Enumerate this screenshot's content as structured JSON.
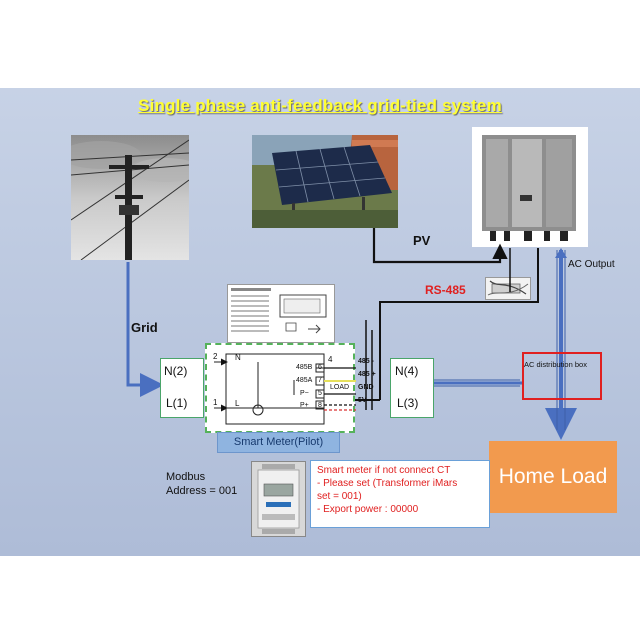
{
  "title": "Single phase anti-feedback grid-tied system",
  "labels": {
    "grid": "Grid",
    "pv": "PV",
    "rs485": "RS-485",
    "ac_output": "AC Output",
    "ac_distribution_box": "AC distribution box",
    "home_load": "Home Load",
    "smart_meter_caption": "Smart Meter(Pilot)",
    "modbus_line1": "Modbus",
    "modbus_line2": "Address = 001"
  },
  "terminals": {
    "left_top": "N(2)",
    "left_bottom": "L(1)",
    "right_top": "N(4)",
    "right_bottom": "L(3)"
  },
  "meter_schematic": {
    "pin_2": "2",
    "pin_N": "N",
    "pin_1": "1",
    "pin_L": "L",
    "pin_4": "4",
    "row_485b": "485B",
    "row_485a": "485A",
    "row_load": "LOAD",
    "row_pminus": "P−",
    "row_pplus": "P+",
    "num_6": "6",
    "num_7": "7",
    "num_5": "5",
    "num_8": "8",
    "sig_485minus": "485 -",
    "sig_485plus": "485 +",
    "sig_gnd": "GND",
    "sig_5v": "5V"
  },
  "note": {
    "line1": "Smart meter if not  connect CT",
    "line2": "- Please set  (Transformer  iMars",
    "line3": "set = 001)",
    "line4": "-   Export power : 00000"
  },
  "colors": {
    "background": "#b9c6de",
    "title": "#ffff33",
    "ac_wire": "#4a6fc0",
    "signal_wire": "#111111",
    "rs485_label": "#e02020",
    "home_load": "#f29a4e",
    "terminal_border": "#4aa56a"
  }
}
